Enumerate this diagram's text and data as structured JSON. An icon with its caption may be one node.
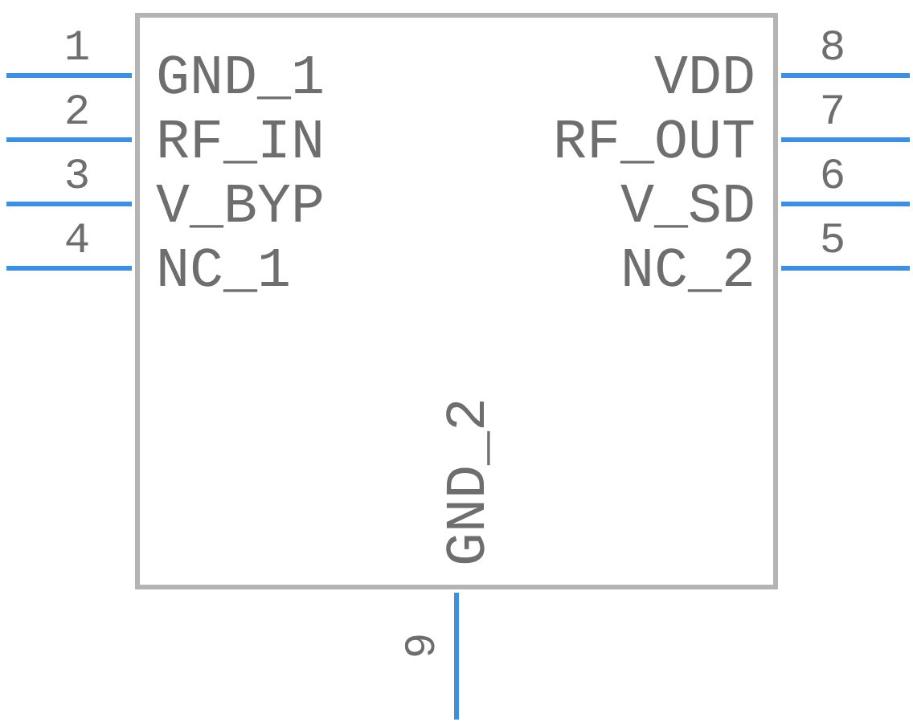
{
  "diagram": {
    "nodes": [
      {
        "text": [
          "GND_1",
          "RF_IN",
          "V_BYP",
          "NC_1",
          "VDD",
          "RF_OUT",
          "V_SD",
          "NC_2",
          "GND_2"
        ]
      }
    ],
    "edges": [],
    "labels": [
      "1",
      "2",
      "3",
      "4",
      "5",
      "6",
      "7",
      "8",
      "9"
    ]
  }
}
